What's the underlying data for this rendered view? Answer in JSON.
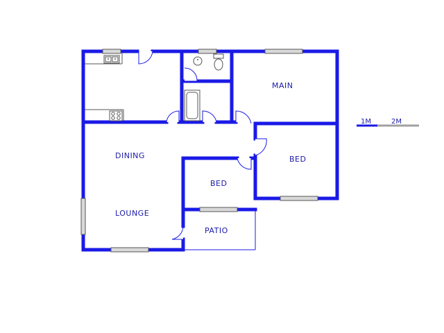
{
  "colors": {
    "wall": "#1a1ae6",
    "label": "#1a1aa8",
    "window_fill": "#d9d9d9",
    "scale_gray": "#a0a0a0"
  },
  "rooms": {
    "main": "MAIN",
    "dining": "DINING",
    "bed_right": "BED",
    "bed_center": "BED",
    "lounge": "LOUNGE",
    "patio": "PATIO"
  },
  "scale": {
    "label_1": "1M",
    "label_2": "2M"
  },
  "icons": [
    "sink-icon",
    "stove-icon",
    "toilet-icon",
    "basin-icon",
    "bathtub-icon",
    "door-swing-icon",
    "window-icon"
  ]
}
